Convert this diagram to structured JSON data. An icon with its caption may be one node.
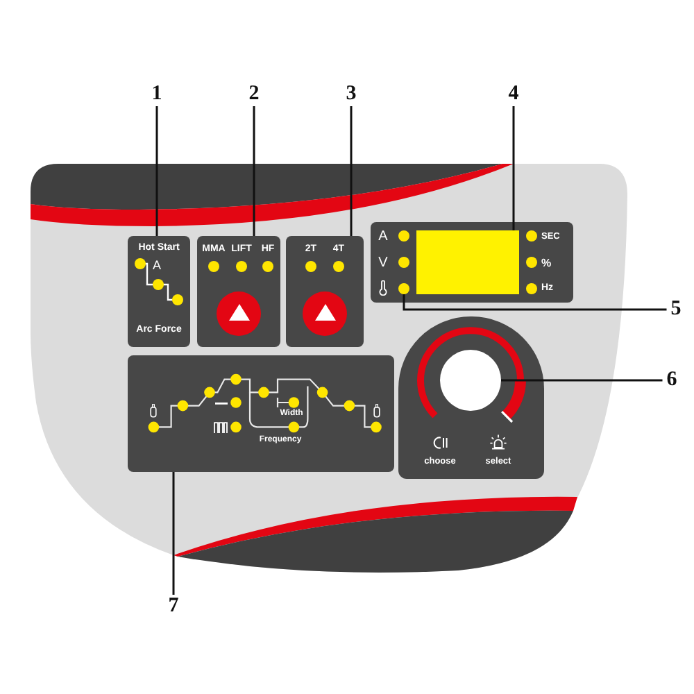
{
  "diagram": {
    "nodes": [
      {
        "text": [
          "1"
        ]
      },
      {
        "text": [
          "2"
        ]
      },
      {
        "text": [
          "3"
        ]
      },
      {
        "text": [
          "4"
        ]
      },
      {
        "text": [
          "Hot Start",
          "A",
          "Arc Force"
        ]
      },
      {
        "text": [
          "MMA",
          "LIFT",
          "HF"
        ]
      },
      {
        "text": [
          "2T",
          "4T"
        ]
      },
      {
        "text": [
          "A",
          "V",
          "SEC",
          "%",
          "Hz"
        ]
      },
      {
        "text": [],
        "shape": "box",
        "in": 7
      },
      {
        "text": [],
        "shape": "circle",
        "in": 7
      },
      {
        "text": [
          "5"
        ]
      },
      {
        "text": [
          "choose",
          "select"
        ]
      },
      {
        "text": [],
        "shape": "circle",
        "in": 11
      },
      {
        "text": [
          "6"
        ]
      },
      {
        "text": [
          "Width",
          "Frequency"
        ]
      },
      {
        "text": [
          "7"
        ]
      }
    ],
    "edges": [
      {
        "from": 0,
        "to": 4,
        "arrow": "none"
      },
      {
        "from": 1,
        "to": 5,
        "arrow": "none"
      },
      {
        "from": 2,
        "to": 6,
        "arrow": "none"
      },
      {
        "from": 3,
        "to": 8,
        "arrow": "none"
      },
      {
        "from": 10,
        "to": 9,
        "arrow": "none"
      },
      {
        "from": 13,
        "to": 12,
        "arrow": "none"
      },
      {
        "from": 15,
        "to": 14,
        "arrow": "none"
      }
    ]
  }
}
